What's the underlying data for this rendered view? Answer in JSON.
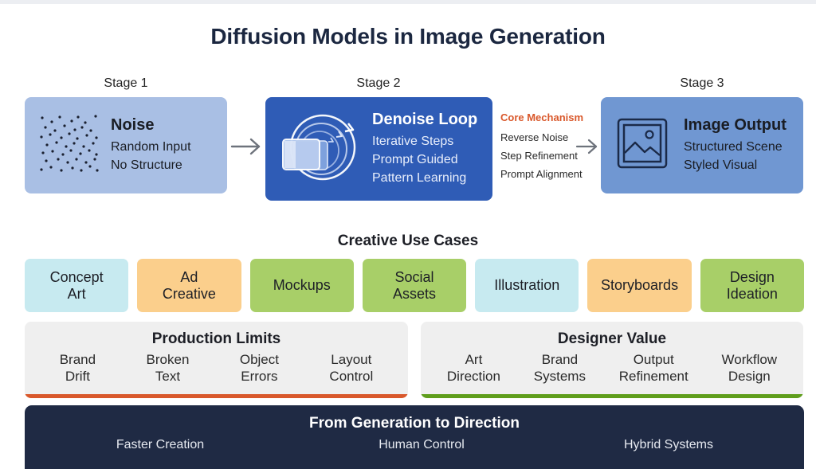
{
  "title": "Diffusion Models in Image Generation",
  "stages": [
    {
      "label": "Stage 1",
      "heading": "Noise",
      "lines": [
        "Random Input",
        "No Structure"
      ],
      "icon": "noise-dots-icon",
      "color": "#a9bfe4"
    },
    {
      "label": "Stage 2",
      "heading": "Denoise Loop",
      "lines": [
        "Iterative Steps",
        "Prompt Guided",
        "Pattern Learning"
      ],
      "icon": "denoise-loop-icon",
      "color": "#2f5cb6"
    },
    {
      "label": "Stage 3",
      "heading": "Image Output",
      "lines": [
        "Structured Scene",
        "Styled Visual"
      ],
      "icon": "image-icon",
      "color": "#7097d2"
    }
  ],
  "core_mechanism": {
    "heading": "Core Mechanism",
    "heading_color": "#d9582b",
    "lines": [
      "Reverse Noise",
      "Step Refinement",
      "Prompt Alignment"
    ]
  },
  "use_cases": {
    "title": "Creative Use Cases",
    "tiles": [
      {
        "label": "Concept\nArt",
        "color": "#c7eaf0"
      },
      {
        "label": "Ad\nCreative",
        "color": "#fbcf8c"
      },
      {
        "label": "Mockups",
        "color": "#a8cf68"
      },
      {
        "label": "Social\nAssets",
        "color": "#a8cf68"
      },
      {
        "label": "Illustration",
        "color": "#c7eaf0"
      },
      {
        "label": "Storyboards",
        "color": "#fbcf8c"
      },
      {
        "label": "Design\nIdeation",
        "color": "#a8cf68"
      }
    ]
  },
  "production_limits": {
    "title": "Production Limits",
    "accent": "#d9582b",
    "items": [
      "Brand\nDrift",
      "Broken\nText",
      "Object\nErrors",
      "Layout\nControl"
    ]
  },
  "designer_value": {
    "title": "Designer Value",
    "accent": "#5f9e1c",
    "items": [
      "Art\nDirection",
      "Brand\nSystems",
      "Output\nRefinement",
      "Workflow\nDesign"
    ]
  },
  "footer": {
    "title": "From Generation to Direction",
    "items": [
      "Faster Creation",
      "Human Control",
      "Hybrid Systems"
    ]
  }
}
